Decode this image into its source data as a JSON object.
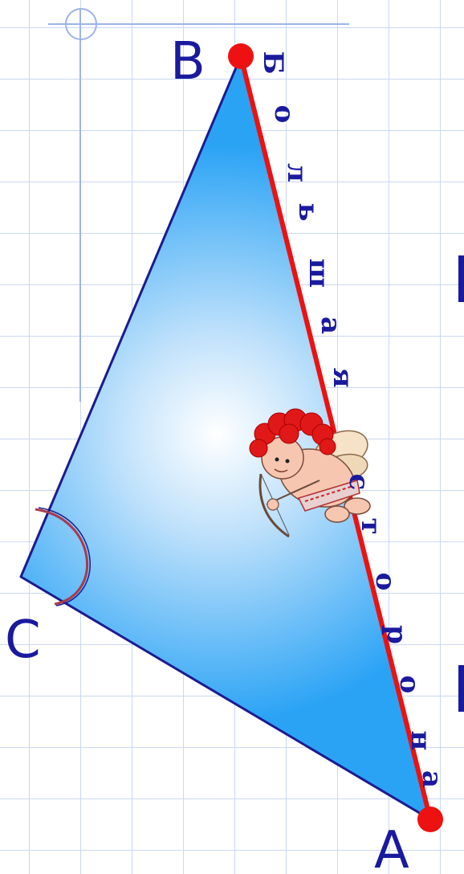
{
  "vertices": {
    "A": "A",
    "B": "B",
    "C": "C"
  },
  "side_caption": [
    "Б",
    "о",
    "л",
    "ь",
    "ш",
    "а",
    "я",
    "с",
    "т",
    "о",
    "р",
    "о",
    "н",
    "а"
  ],
  "colors": {
    "grid": "#c9d8f2",
    "margin_line": "#9db4ea",
    "triangle_edge": "#1b1b8f",
    "longest_side": "#ee1111",
    "fill_center": "#ffffff",
    "fill_edge": "#2aa3f5",
    "angle_arc": "#a83a4a",
    "label": "#1a1a9e"
  },
  "icons": {
    "cupid": "cupid-clipart",
    "margin_circle": "circle-mark"
  }
}
